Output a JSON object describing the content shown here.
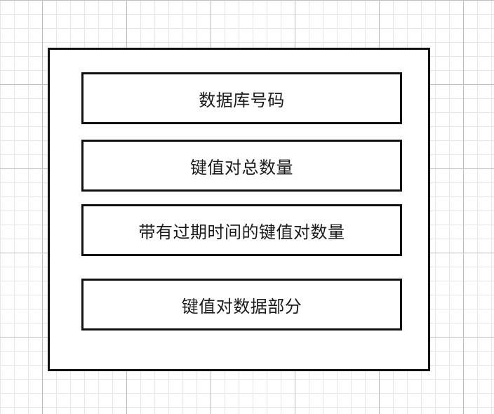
{
  "diagram": {
    "fields": [
      {
        "label": "数据库号码"
      },
      {
        "label": "键值对总数量"
      },
      {
        "label": "带有过期时间的键值对数量"
      },
      {
        "label": "键值对数据部分"
      }
    ]
  }
}
